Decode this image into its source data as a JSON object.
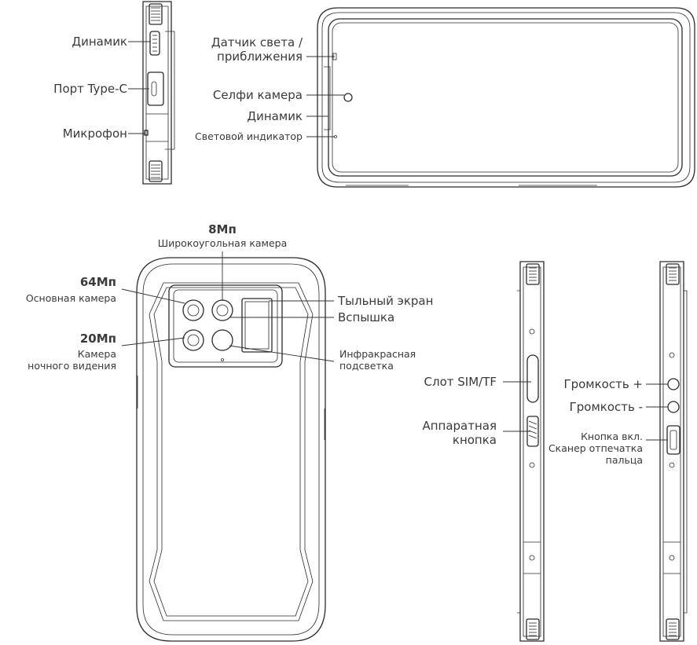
{
  "labels": {
    "speaker_side": "Динамик",
    "usb_port": "Порт Type-C",
    "microphone": "Микрофон",
    "light_sensor": "Датчик света /\nприближения",
    "selfie_camera": "Селфи камера",
    "speaker_front": "Динамик",
    "led_indicator": "Световой индикатор",
    "wide_mp": "8Мп",
    "wide_camera": "Широкоугольная камера",
    "main_mp": "64Мп",
    "main_camera": "Основная камера",
    "night_mp": "20Мп",
    "night_camera": "Камера\nночного видения",
    "rear_screen": "Тыльный экран",
    "flash": "Вспышка",
    "ir_light": "Инфракрасная\nподсветка",
    "sim_slot": "Слот SIM/TF",
    "hw_button": "Аппаратная\nкнопка",
    "volume_up": "Громкость +",
    "volume_down": "Громкость -",
    "power_button": "Кнопка вкл.\nСканер отпечатка\nпальца"
  }
}
